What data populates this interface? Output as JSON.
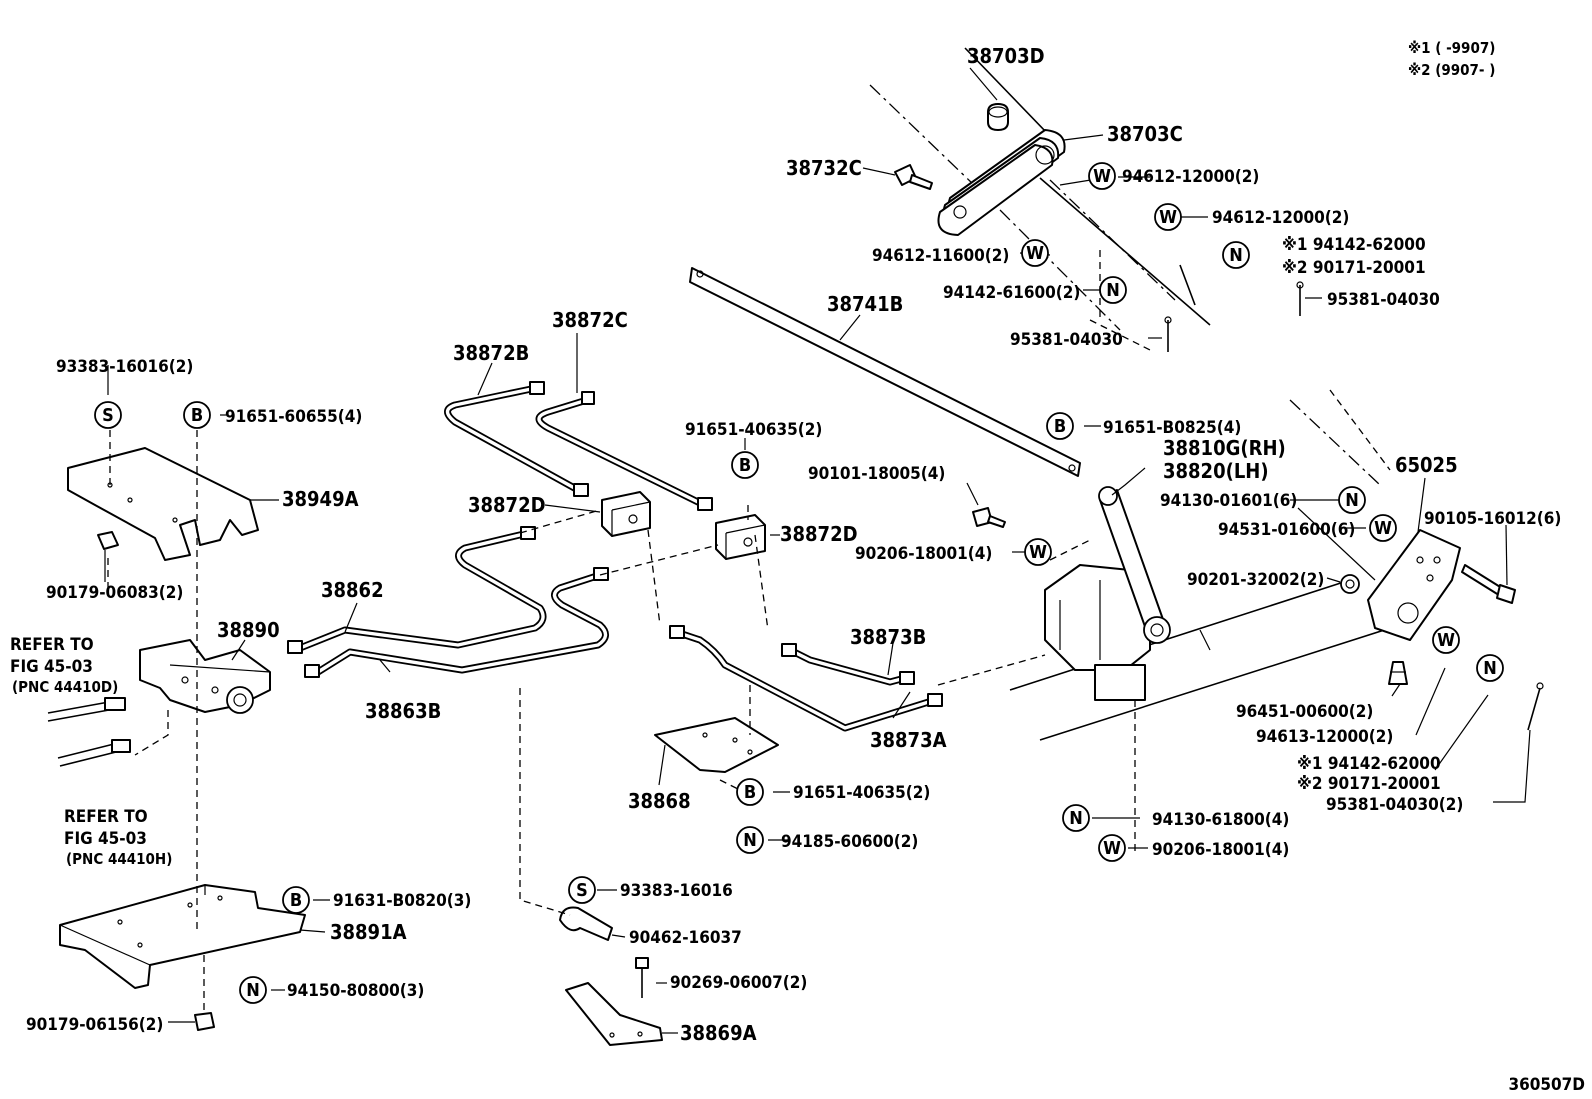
{
  "diagram_id": "360507D",
  "notes": {
    "note1": "※1 (      -9907)",
    "note2": "※2 (9907-      )"
  },
  "symbols": {
    "S": "S",
    "B": "B",
    "W": "W",
    "N": "N"
  },
  "refs": {
    "ref1": {
      "line1": "REFER TO",
      "line2": "FIG 45-03",
      "line3": "(PNC 44410D)"
    },
    "ref2": {
      "line1": "REFER TO",
      "line2": "FIG 45-03",
      "line3": "(PNC 44410H)"
    }
  },
  "parts": {
    "p38703D": "38703D",
    "p38703C": "38703C",
    "p38732C": "38732C",
    "p94612_12000_a": "94612-12000(2)",
    "p94612_12000_b": "94612-12000(2)",
    "p94612_11600": "94612-11600(2)",
    "p94142_61600": "94142-61600(2)",
    "p95381_04030_a": "95381-04030",
    "p94142_62000_a": "※1 94142-62000",
    "p90171_20001_a": "※2 90171-20001",
    "p95381_04030_b": "95381-04030",
    "p38741B": "38741B",
    "p38872C": "38872C",
    "p38872B": "38872B",
    "p93383_16016_a": "93383-16016(2)",
    "p91651_60655": "91651-60655(4)",
    "p38949A": "38949A",
    "p90179_06083": "90179-06083(2)",
    "p38872D_a": "38872D",
    "p91651_40635_a": "91651-40635(2)",
    "p38872D_b": "38872D",
    "p90101_18005": "90101-18005(4)",
    "p90206_18001_a": "90206-18001(4)",
    "p91651_B0825": "91651-B0825(4)",
    "p38810G": "38810G(RH)",
    "p38820": "38820(LH)",
    "p65025": "65025",
    "p94130_01601": "94130-01601(6)",
    "p94531_01600": "94531-01600(6)",
    "p90105_16012": "90105-16012(6)",
    "p90201_32002": "90201-32002(2)",
    "p38862": "38862",
    "p38890": "38890",
    "p38863B": "38863B",
    "p38873B": "38873B",
    "p38873A": "38873A",
    "p38868": "38868",
    "p91651_40635_b": "91651-40635(2)",
    "p94185_60600": "94185-60600(2)",
    "p96451_00600": "96451-00600(2)",
    "p94613_12000": "94613-12000(2)",
    "p94142_62000_b": "※1 94142-62000",
    "p90171_20001_b": "※2 90171-20001",
    "p95381_04030_c": "95381-04030(2)",
    "p94130_61800": "94130-61800(4)",
    "p90206_18001_b": "90206-18001(4)",
    "p91631_B0820": "91631-B0820(3)",
    "p38891A": "38891A",
    "p94150_80800": "94150-80800(3)",
    "p90179_06156": "90179-06156(2)",
    "p93383_16016_b": "93383-16016",
    "p90462_16037": "90462-16037",
    "p90269_06007": "90269-06007(2)",
    "p38869A": "38869A"
  }
}
